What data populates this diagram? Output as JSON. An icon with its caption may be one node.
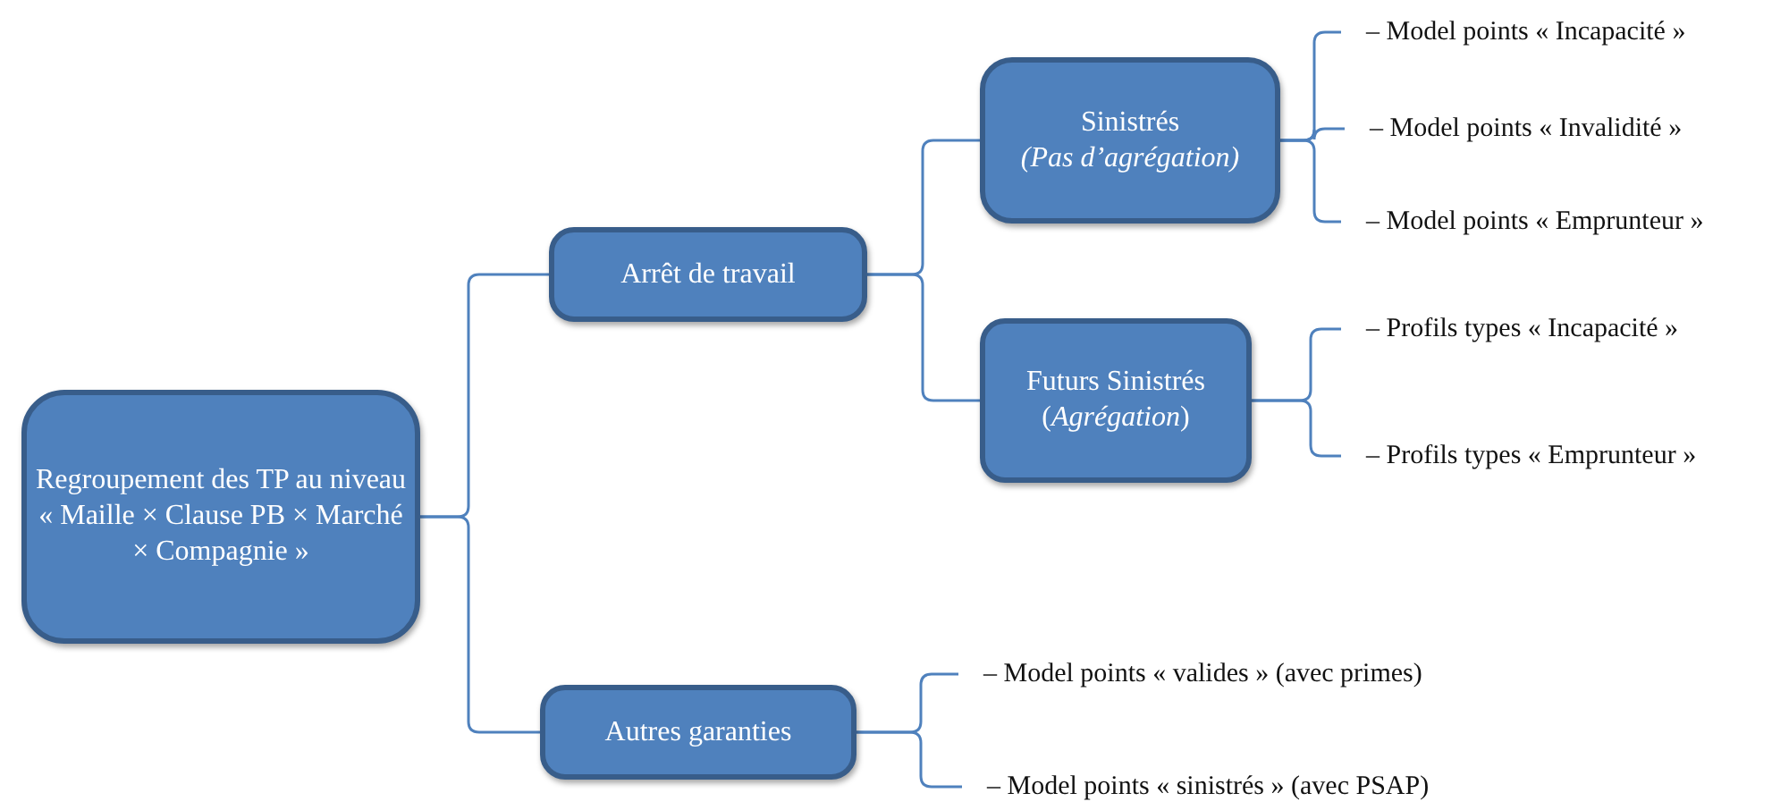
{
  "diagram": {
    "nodes": [
      {
        "text": [
          "Regroupement des TP au niveau « Maille × Clause PB × Marché × Compagnie »"
        ]
      },
      {
        "text": [
          "Arrêt de travail"
        ]
      },
      {
        "text": [
          "Autres garanties"
        ]
      },
      {
        "text": [
          "Sinistrés",
          "(Pas d’agrégation)"
        ]
      },
      {
        "text": [
          "Futurs Sinistrés",
          "(*Agrégation*)"
        ]
      },
      {
        "text": [
          "– Model points « Incapacité »"
        ]
      },
      {
        "text": [
          "– Model points « Invalidité »"
        ]
      },
      {
        "text": [
          "– Model points « Emprunteur »"
        ]
      },
      {
        "text": [
          "– Profils types « Incapacité »"
        ]
      },
      {
        "text": [
          "– Profils types « Emprunteur »"
        ]
      },
      {
        "text": [
          "– Model points « valides » (avec primes)"
        ]
      },
      {
        "text": [
          "– Model points « sinistrés » (avec PSAP)"
        ]
      }
    ],
    "edges": [
      {
        "from": 0,
        "to": 1,
        "arrow": "none"
      },
      {
        "from": 0,
        "to": 2,
        "arrow": "none"
      },
      {
        "from": 1,
        "to": 3,
        "arrow": "none"
      },
      {
        "from": 1,
        "to": 4,
        "arrow": "none"
      },
      {
        "from": 3,
        "to": 5,
        "arrow": "none"
      },
      {
        "from": 3,
        "to": 6,
        "arrow": "none"
      },
      {
        "from": 3,
        "to": 7,
        "arrow": "none"
      },
      {
        "from": 4,
        "to": 8,
        "arrow": "none"
      },
      {
        "from": 4,
        "to": 9,
        "arrow": "none"
      },
      {
        "from": 2,
        "to": 10,
        "arrow": "none"
      },
      {
        "from": 2,
        "to": 11,
        "arrow": "none"
      }
    ]
  }
}
